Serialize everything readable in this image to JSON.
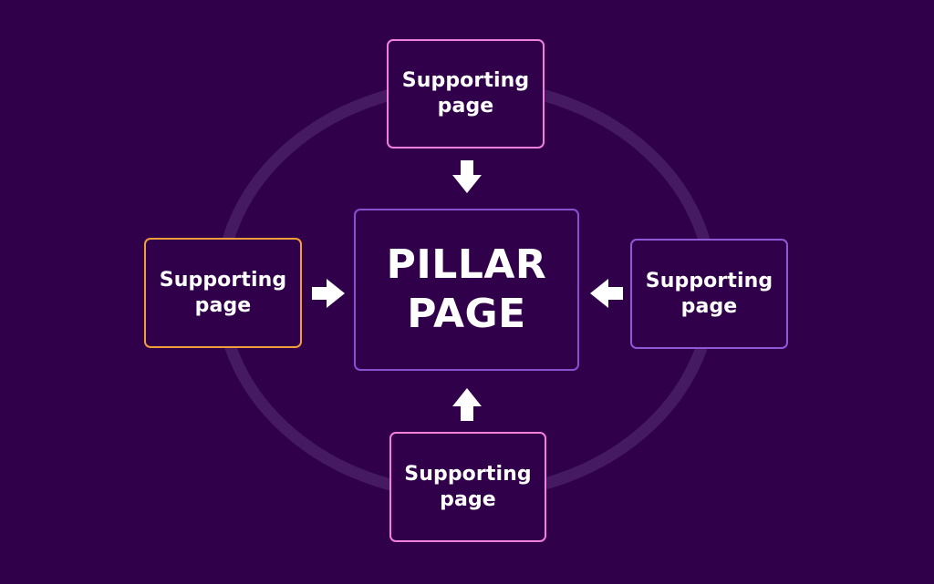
{
  "diagram": {
    "pillar": {
      "line1": "PILLAR",
      "line2": "PAGE"
    },
    "supporting_pages": {
      "top": {
        "line1": "Supporting",
        "line2": "page",
        "border_color": "#f27fdc"
      },
      "left": {
        "line1": "Supporting",
        "line2": "page",
        "border_color": "#f39c3c"
      },
      "right": {
        "line1": "Supporting",
        "line2": "page",
        "border_color": "#9057d6"
      },
      "bottom": {
        "line1": "Supporting",
        "line2": "page",
        "border_color": "#f27fdc"
      }
    },
    "colors": {
      "background": "#30004a",
      "ring": "#451a63",
      "pillar_border": "#8a4fcf",
      "text": "#ffffff",
      "arrow": "#ffffff"
    }
  }
}
